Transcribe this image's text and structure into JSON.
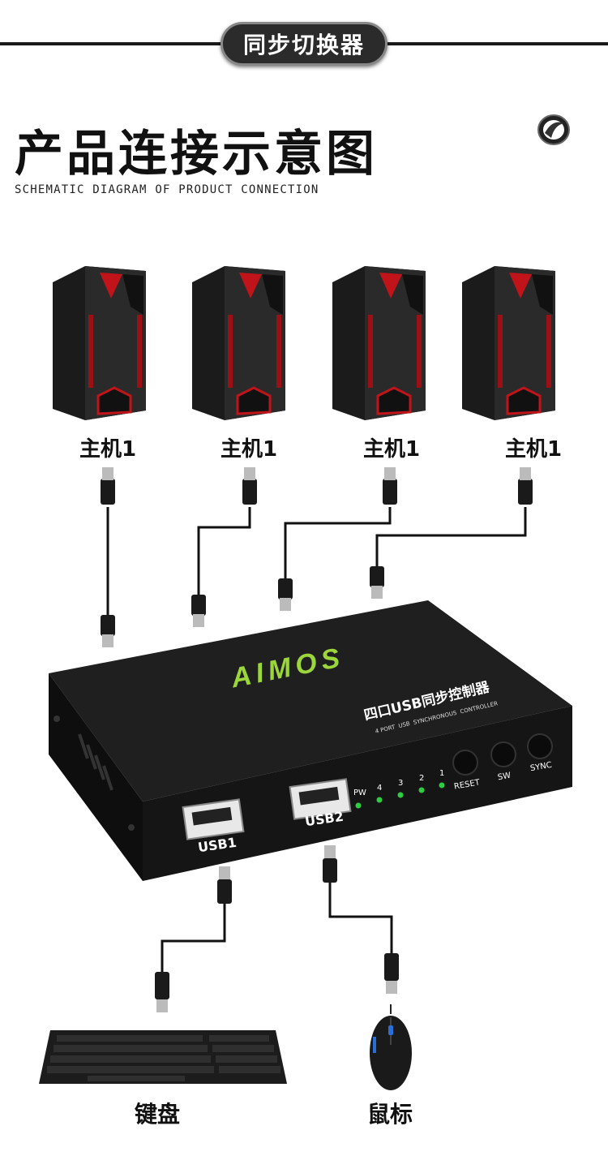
{
  "header": {
    "banner_label": "同步切换器"
  },
  "title": {
    "main": "产品连接示意图",
    "subtitle": "SCHEMATIC DIAGRAM OF PRODUCT CONNECTION"
  },
  "hosts": [
    {
      "label": "主机1"
    },
    {
      "label": "主机1"
    },
    {
      "label": "主机1"
    },
    {
      "label": "主机1"
    }
  ],
  "device": {
    "brand": "AIMOS",
    "model_cn": "四口USB同步控制器",
    "model_en": "4 PORT  USB  SYNCHRONOUS  CONTROLLER",
    "ports": {
      "usb1": "USB1",
      "usb2": "USB2"
    },
    "leds": [
      "PW",
      "4",
      "3",
      "2",
      "1"
    ],
    "buttons": [
      "RESET",
      "SW",
      "SYNC"
    ]
  },
  "peripherals": {
    "keyboard": "键盘",
    "mouse": "鼠标"
  },
  "colors": {
    "accent_green": "#9bd63a",
    "pc_red": "#c0141a",
    "led_green": "#2ecc40",
    "banner_bg": "#2b2b2b"
  }
}
